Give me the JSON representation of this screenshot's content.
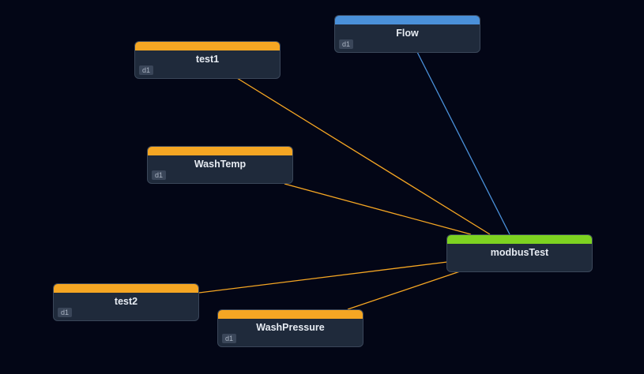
{
  "colors": {
    "background": "#030616",
    "node_body": "#1f2a3b",
    "orange": "#f5a623",
    "blue": "#4a90d9",
    "green": "#7ed321"
  },
  "nodes": [
    {
      "id": "test1",
      "label": "test1",
      "badge": "d1",
      "color": "#f5a623"
    },
    {
      "id": "flow",
      "label": "Flow",
      "badge": "d1",
      "color": "#4a90d9"
    },
    {
      "id": "washtemp",
      "label": "WashTemp",
      "badge": "d1",
      "color": "#f5a623"
    },
    {
      "id": "modbustest",
      "label": "modbusTest",
      "badge": "",
      "color": "#7ed321"
    },
    {
      "id": "test2",
      "label": "test2",
      "badge": "d1",
      "color": "#f5a623"
    },
    {
      "id": "washpressure",
      "label": "WashPressure",
      "badge": "d1",
      "color": "#f5a623"
    }
  ],
  "edges": [
    {
      "from": "test1",
      "to": "modbustest",
      "color": "#f5a623"
    },
    {
      "from": "flow",
      "to": "modbustest",
      "color": "#4a90d9"
    },
    {
      "from": "washtemp",
      "to": "modbustest",
      "color": "#f5a623"
    },
    {
      "from": "test2",
      "to": "modbustest",
      "color": "#f5a623"
    },
    {
      "from": "washpressure",
      "to": "modbustest",
      "color": "#f5a623"
    }
  ]
}
